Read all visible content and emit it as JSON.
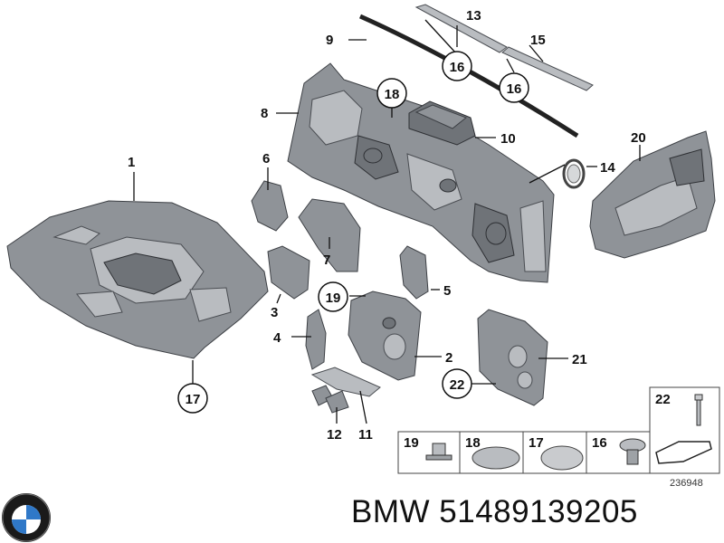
{
  "callouts": {
    "c1": "1",
    "c2": "2",
    "c3": "3",
    "c4": "4",
    "c5": "5",
    "c6": "6",
    "c7": "7",
    "c8": "8",
    "c9": "9",
    "c10": "10",
    "c11": "11",
    "c12": "12",
    "c13": "13",
    "c14": "14",
    "c15": "15",
    "c16a": "16",
    "c16b": "16",
    "c17": "17",
    "c18": "18",
    "c19": "19",
    "c20": "20",
    "c21": "21",
    "c22": "22"
  },
  "legend": {
    "box_19": "19",
    "box_18": "18",
    "box_17": "17",
    "box_16": "16",
    "box_22": "22"
  },
  "diagram_id": "236948",
  "footer": {
    "brand": "BMW",
    "part_number": "51489139205"
  },
  "colors": {
    "part_fill": "#8f9398",
    "outline": "#3d4045",
    "text": "#111111"
  },
  "icons": {
    "logo": "bmw-logo-icon",
    "arrow": "arrow-icon"
  }
}
